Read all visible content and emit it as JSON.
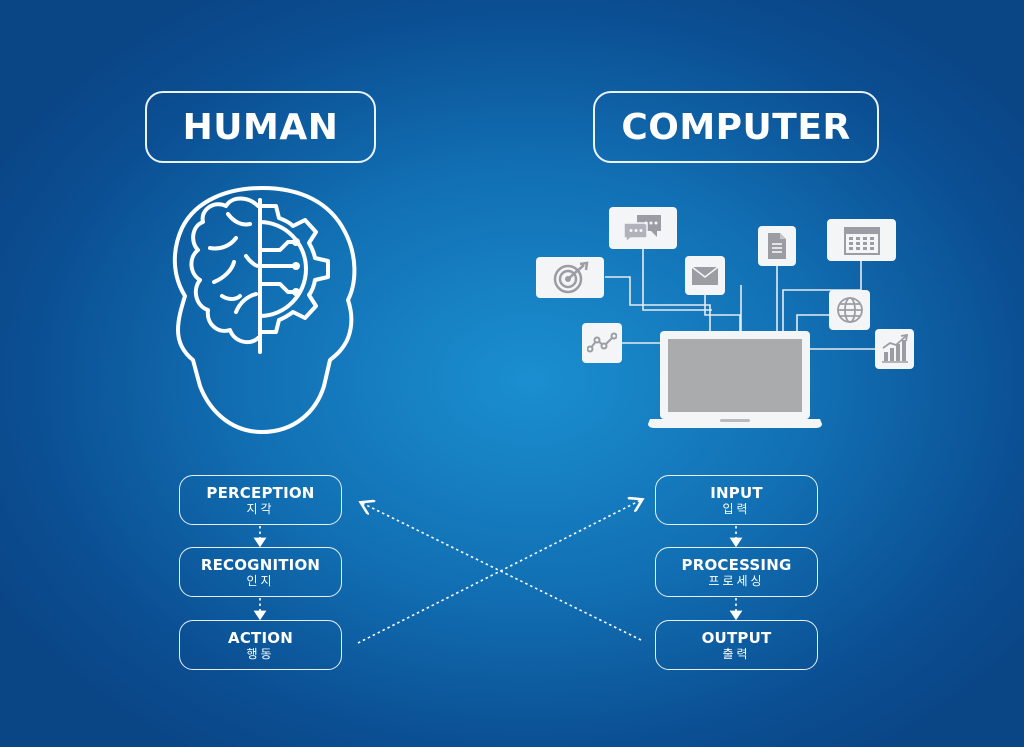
{
  "human": {
    "title": "HUMAN",
    "steps": [
      {
        "en": "PERCEPTION",
        "ko": "지각"
      },
      {
        "en": "RECOGNITION",
        "ko": "인지"
      },
      {
        "en": "ACTION",
        "ko": "행동"
      }
    ]
  },
  "computer": {
    "title": "COMPUTER",
    "steps": [
      {
        "en": "INPUT",
        "ko": "입력"
      },
      {
        "en": "PROCESSING",
        "ko": "프로세싱"
      },
      {
        "en": "OUTPUT",
        "ko": "출력"
      }
    ],
    "icons": [
      "chat-icon",
      "target-icon",
      "mail-icon",
      "document-icon",
      "calendar-icon",
      "globe-icon",
      "line-chart-icon",
      "bar-chart-icon",
      "laptop-icon"
    ]
  },
  "colors": {
    "background_center": "#1a8fd0",
    "background_edge": "#0a4585",
    "foreground": "#ffffff",
    "icon_card": "#f4f5f7",
    "icon_glyph": "#9a9ea4",
    "laptop_screen": "#a9abad"
  }
}
